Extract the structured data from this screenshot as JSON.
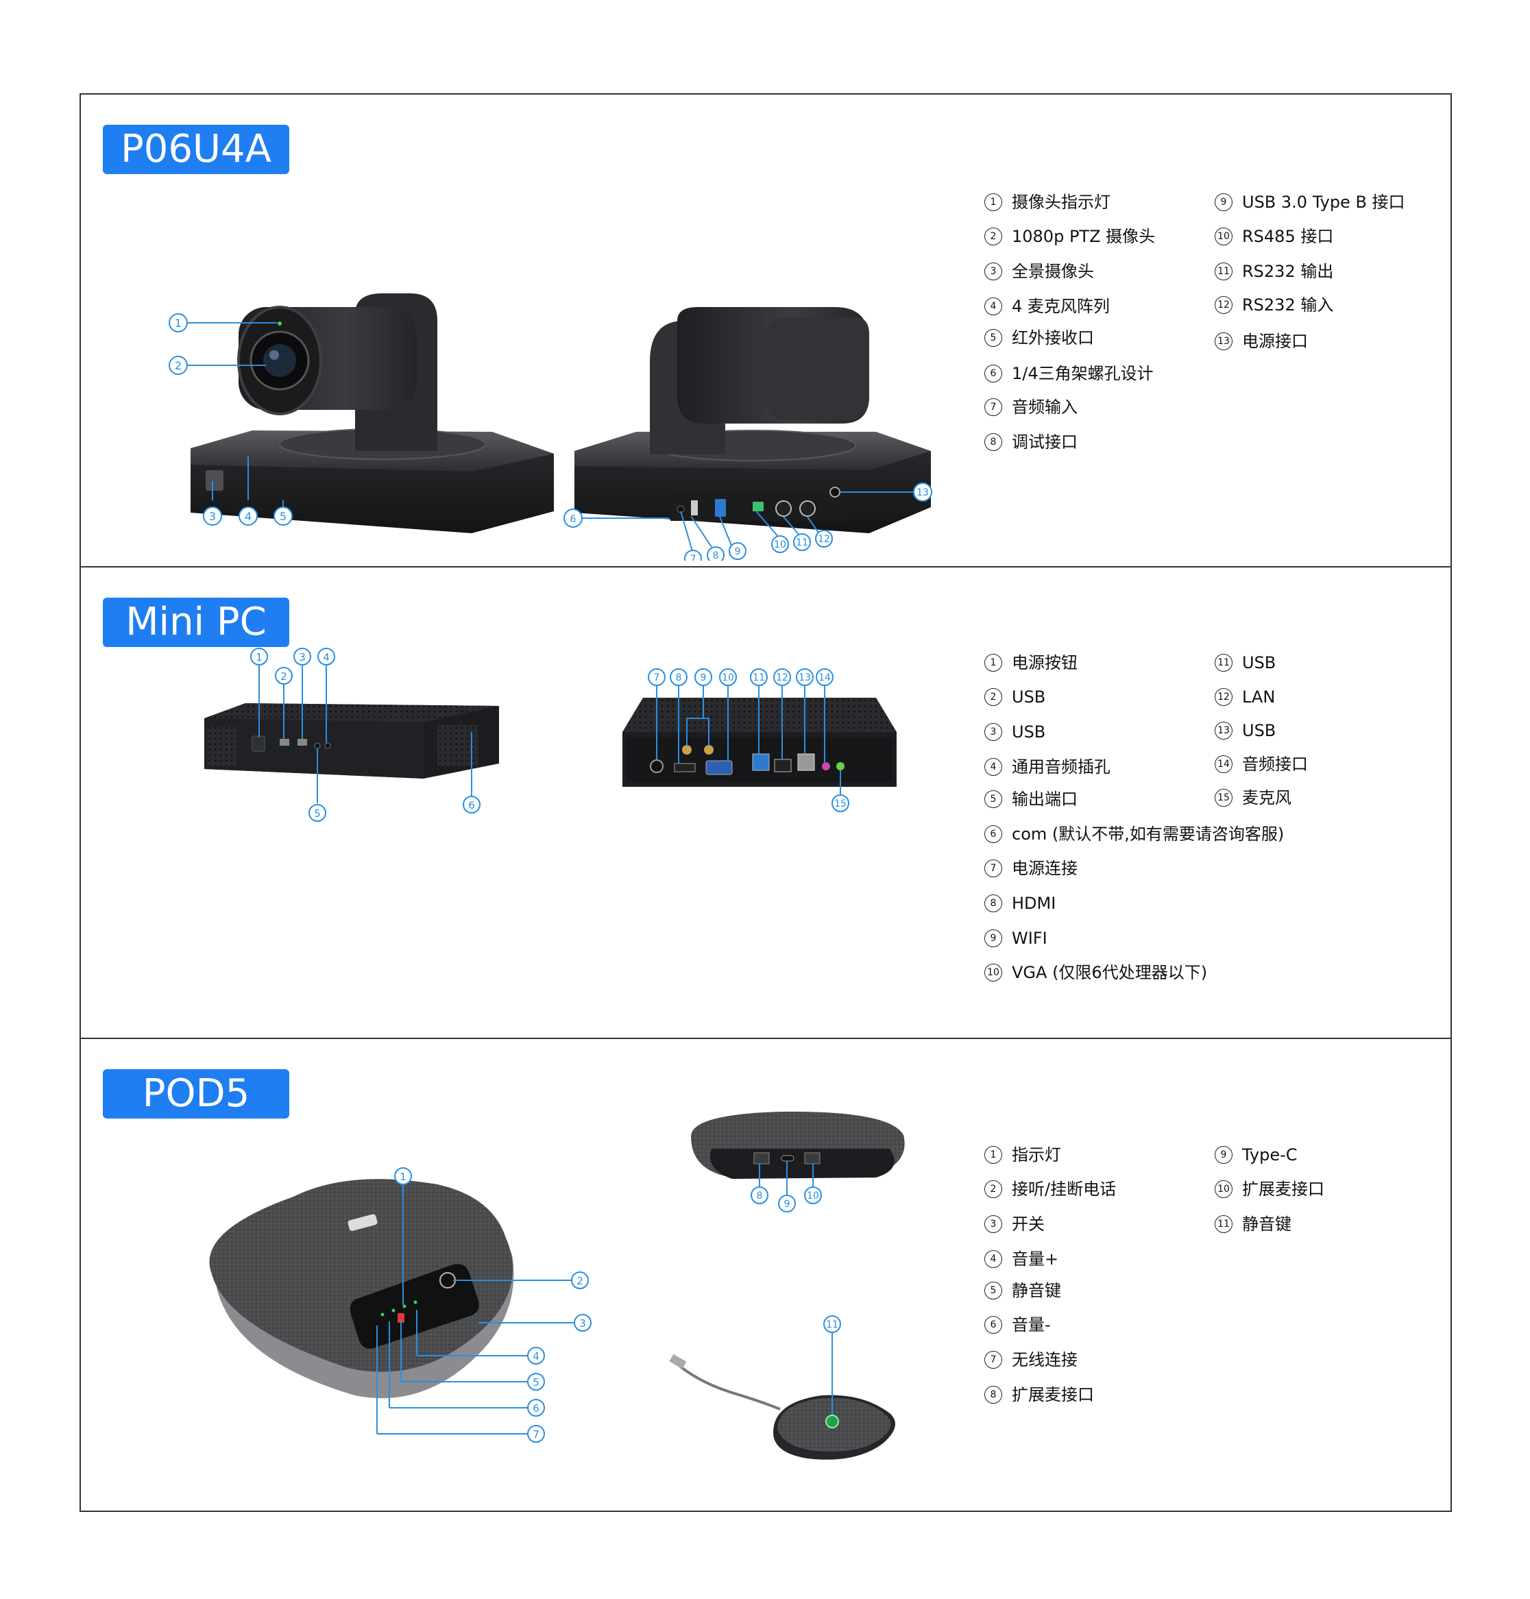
{
  "sections": [
    {
      "title": "P06U4A",
      "specs_left": [
        {
          "n": "1",
          "t": "摄像头指示灯"
        },
        {
          "n": "2",
          "t": "1080p PTZ 摄像头"
        },
        {
          "n": "3",
          "t": "全景摄像头"
        },
        {
          "n": "4",
          "t": "4 麦克风阵列"
        },
        {
          "n": "5",
          "t": "红外接收口"
        },
        {
          "n": "6",
          "t": "1/4三角架螺孔设计"
        },
        {
          "n": "7",
          "t": "音频输入"
        },
        {
          "n": "8",
          "t": "调试接口"
        }
      ],
      "specs_right": [
        {
          "n": "9",
          "t": "USB 3.0 Type B 接口"
        },
        {
          "n": "10",
          "t": "RS485 接口"
        },
        {
          "n": "11",
          "t": "RS232 输出"
        },
        {
          "n": "12",
          "t": "RS232 输入"
        },
        {
          "n": "13",
          "t": "电源接口"
        }
      ]
    },
    {
      "title": "Mini PC",
      "specs_left": [
        {
          "n": "1",
          "t": "电源按钮"
        },
        {
          "n": "2",
          "t": "USB"
        },
        {
          "n": "3",
          "t": "USB"
        },
        {
          "n": "4",
          "t": "通用音频插孔"
        },
        {
          "n": "5",
          "t": "输出端口"
        },
        {
          "n": "6",
          "t": "com (默认不带,如有需要请咨询客服)"
        },
        {
          "n": "7",
          "t": "电源连接"
        },
        {
          "n": "8",
          "t": "HDMI"
        },
        {
          "n": "9",
          "t": "WIFI"
        },
        {
          "n": "10",
          "t": "VGA (仅限6代处理器以下)"
        }
      ],
      "specs_right": [
        {
          "n": "11",
          "t": "USB"
        },
        {
          "n": "12",
          "t": "LAN"
        },
        {
          "n": "13",
          "t": "USB"
        },
        {
          "n": "14",
          "t": "音频接口"
        },
        {
          "n": "15",
          "t": "麦克风"
        }
      ]
    },
    {
      "title": "POD5",
      "specs_left": [
        {
          "n": "1",
          "t": "指示灯"
        },
        {
          "n": "2",
          "t": "接听/挂断电话"
        },
        {
          "n": "3",
          "t": "开关"
        },
        {
          "n": "4",
          "t": "音量+"
        },
        {
          "n": "5",
          "t": "静音键"
        },
        {
          "n": "6",
          "t": "音量-"
        },
        {
          "n": "7",
          "t": "无线连接"
        },
        {
          "n": "8",
          "t": "扩展麦接口"
        }
      ],
      "specs_right": [
        {
          "n": "9",
          "t": "Type-C"
        },
        {
          "n": "10",
          "t": "扩展麦接口"
        },
        {
          "n": "11",
          "t": "静音键"
        }
      ]
    }
  ],
  "colors": {
    "accent": "#1e7ef2",
    "callout": "#2a8fe0",
    "device": "#2b2b2d",
    "fabric": "#4a4c4e"
  },
  "icons": [
    "camera-front-image",
    "camera-back-image",
    "minipc-front-image",
    "minipc-back-image",
    "pod5-top-image",
    "pod5-side-image",
    "expansion-mic-image"
  ]
}
